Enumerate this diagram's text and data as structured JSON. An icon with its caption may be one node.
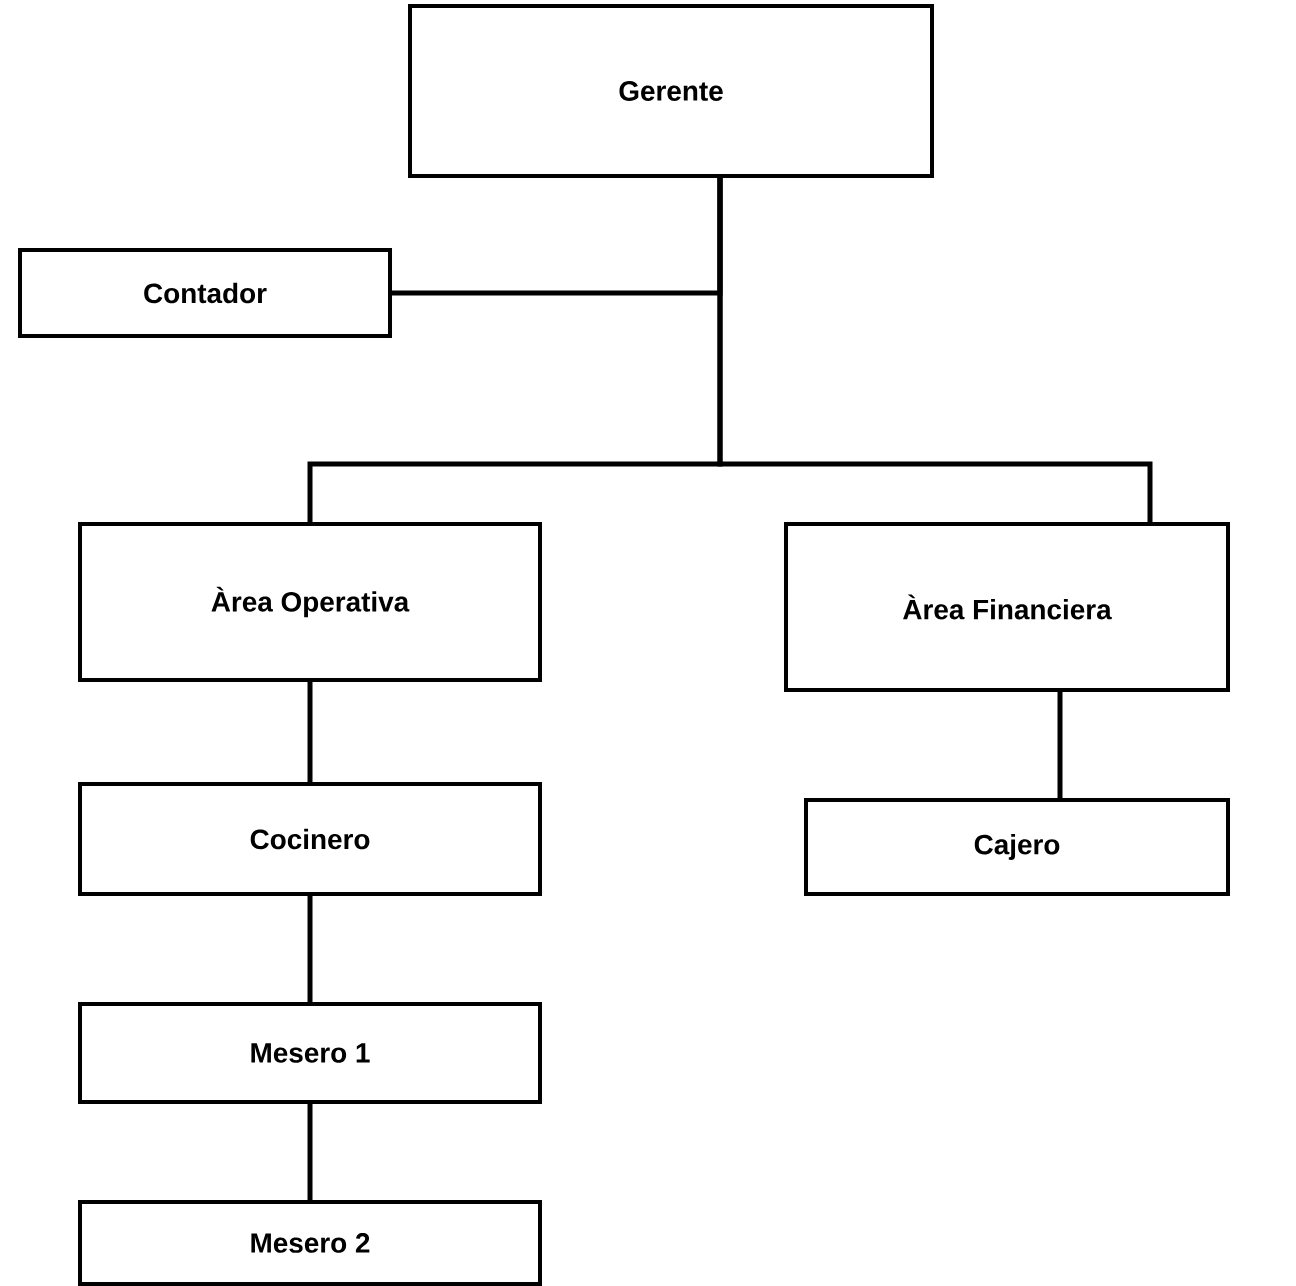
{
  "diagram": {
    "nodes": [
      {
        "text": [
          "Gerente"
        ]
      },
      {
        "text": [
          "Contador"
        ]
      },
      {
        "text": [
          "Àrea Operativa"
        ]
      },
      {
        "text": [
          "Àrea Financiera"
        ]
      },
      {
        "text": [
          "Cocinero"
        ]
      },
      {
        "text": [
          "Cajero"
        ]
      },
      {
        "text": [
          "Mesero 1"
        ]
      },
      {
        "text": [
          "Mesero 2"
        ]
      }
    ],
    "edges": [
      {
        "from": 0,
        "to": 1,
        "arrow": "none"
      },
      {
        "from": 0,
        "to": 2,
        "arrow": "none"
      },
      {
        "from": 0,
        "to": 3,
        "arrow": "none"
      },
      {
        "from": 2,
        "to": 4,
        "arrow": "none"
      },
      {
        "from": 3,
        "to": 5,
        "arrow": "none"
      },
      {
        "from": 4,
        "to": 6,
        "arrow": "none"
      },
      {
        "from": 6,
        "to": 7,
        "arrow": "none"
      }
    ]
  }
}
